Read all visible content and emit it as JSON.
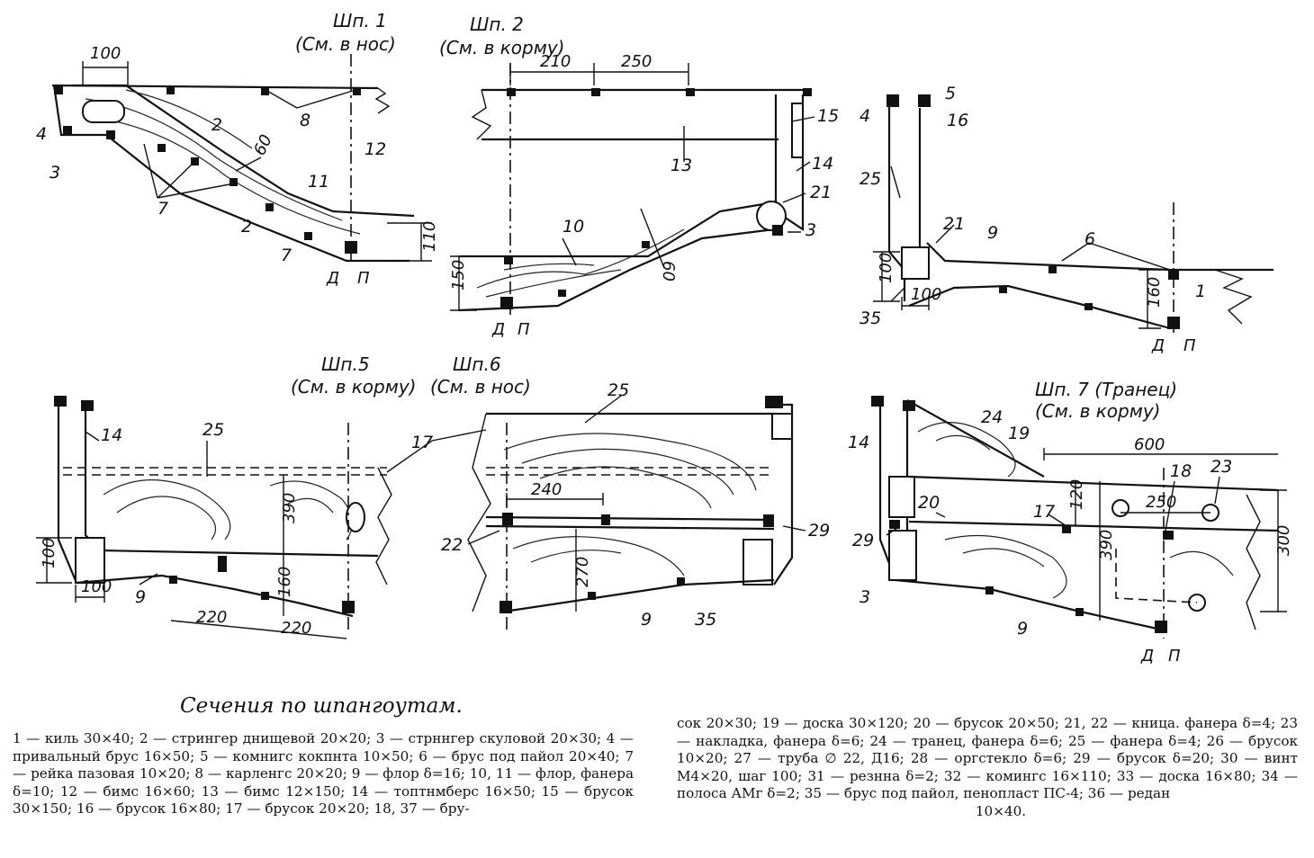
{
  "sections": {
    "s1": {
      "title": "Шп. 1",
      "subtitle": "(См. в нос)"
    },
    "s2": {
      "title": "Шп. 2",
      "subtitle": "(См. в корму)"
    },
    "s5": {
      "title": "Шп.5",
      "subtitle": "(См. в корму)"
    },
    "s6": {
      "title": "Шп.6",
      "subtitle": "(См. в нос)"
    },
    "s7": {
      "title": "Шп. 7 (Транец)",
      "subtitle": "(См. в корму)"
    }
  },
  "dimensions": {
    "s1": [
      "100",
      "60",
      "110"
    ],
    "s2": [
      "210",
      "250",
      "150",
      "60"
    ],
    "s3": [
      "100",
      "100",
      "160"
    ],
    "s5": [
      "100",
      "100",
      "390",
      "160",
      "220",
      "220"
    ],
    "s6": [
      "240",
      "270"
    ],
    "s7": [
      "600",
      "120",
      "250",
      "390",
      "300"
    ]
  },
  "callouts": {
    "s1": [
      "4",
      "3",
      "7",
      "2",
      "60",
      "2",
      "8",
      "12",
      "11",
      "7"
    ],
    "s2": [
      "15",
      "13",
      "14",
      "21",
      "3",
      "10"
    ],
    "s3": [
      "5",
      "4",
      "16",
      "25",
      "21",
      "9",
      "6",
      "35",
      "1"
    ],
    "s5": [
      "14",
      "25",
      "9",
      "17"
    ],
    "s6": [
      "25",
      "22",
      "29",
      "9",
      "35"
    ],
    "s7": [
      "24",
      "19",
      "14",
      "18",
      "23",
      "20",
      "17",
      "29",
      "3",
      "9"
    ]
  },
  "dp_marks": {
    "d": "Д",
    "p": "П"
  },
  "caption": "Сечения по шпангоутам.",
  "legend": {
    "left": "1 — киль 30×40; 2 — стрингер днищевой 20×20; 3 — стрннгер скуловой 20×30; 4 — привальный брус 16×50; 5 — комнигс кокпнта 10×50; 6 — брус под пайол 20×40; 7 — рейка пазовая 10×20; 8 — карленгс 20×20; 9 — флор δ=16; 10, 11 — флор, фанера δ=10; 12 — бимс 16×60; 13 — бимс 12×150; 14 — топтнмберс 16×50; 15 — брусок 30×150; 16 — брусок 16×80; 17 — брусок 20×20; 18, 37 — бру-",
    "right": "сок 20×30; 19 — доска 30×120; 20 — брусок 20×50; 21, 22 — кница. фанера δ=4; 23 — накладка, фанера δ=6; 24 — транец, фанера δ=6; 25 — фанера δ=4; 26 — брусок 10×20; 27 — труба ∅ 22, Д16; 28 — оргстекло δ=6; 29 — брусок δ=20; 30 — винт М4×20, шаг 100; 31 — резнна δ=2; 32 — комингс 16×110; 33 — доска 16×80; 34 — полоса АМг δ=2; 35 — брус под пайол, пенопласт ПС-4; 36 — редан",
    "right_last": "10×40."
  }
}
